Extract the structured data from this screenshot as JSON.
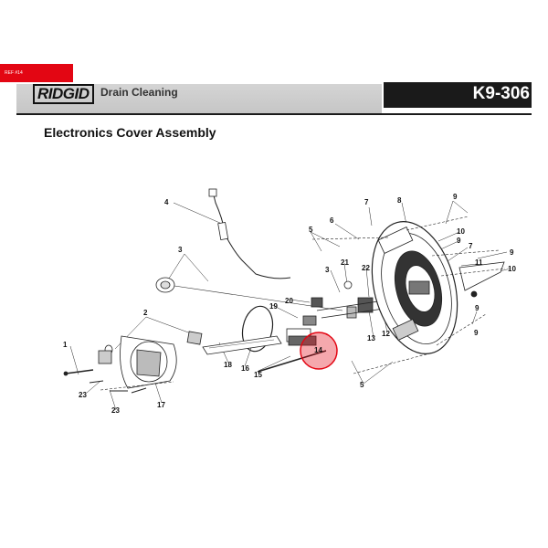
{
  "ref_tag": "REF #14",
  "header": {
    "brand": "RIDGID",
    "title": "Drain Cleaning",
    "model": "K9-306"
  },
  "page_title": "Electronics Cover Assembly",
  "callouts": {
    "c1": "1",
    "c2": "2",
    "c3a": "3",
    "c3b": "3",
    "c4": "4",
    "c5a": "5",
    "c5b": "5",
    "c6": "6",
    "c7a": "7",
    "c7b": "7",
    "c8": "8",
    "c9a": "9",
    "c9b": "9",
    "c9c": "9",
    "c9d": "9",
    "c9e": "9",
    "c10a": "10",
    "c10b": "10",
    "c11": "11",
    "c12": "12",
    "c13": "13",
    "c14": "14",
    "c15": "15",
    "c16": "16",
    "c17": "17",
    "c18": "18",
    "c19": "19",
    "c20": "20",
    "c21": "21",
    "c22": "22",
    "c23a": "23",
    "c23b": "23"
  },
  "highlight_color": "#e30613"
}
